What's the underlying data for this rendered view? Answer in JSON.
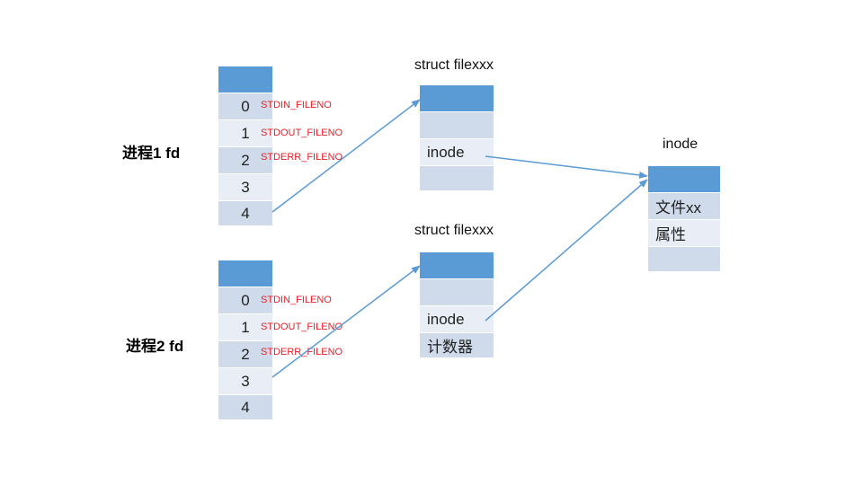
{
  "colors": {
    "header": "#5b9bd5",
    "row_dark": "#cfdaea",
    "row_light": "#e9eef6",
    "label_red": "#e8202a",
    "arrow": "#5b9bd5"
  },
  "process1": {
    "label": "进程1 fd",
    "rows": [
      "0",
      "1",
      "2",
      "3",
      "4"
    ],
    "fd_labels": [
      "STDIN_FILENO",
      "STDOUT_FILENO",
      "STDERR_FILENO"
    ]
  },
  "process2": {
    "label": "进程2 fd",
    "rows": [
      "0",
      "1",
      "2",
      "3",
      "4"
    ],
    "fd_labels": [
      "STDIN_FILENO",
      "STDOUT_FILENO",
      "STDERR_FILENO"
    ]
  },
  "file1": {
    "title": "struct filexxx",
    "rows": [
      "",
      "inode",
      ""
    ]
  },
  "file2": {
    "title": "struct filexxx",
    "rows": [
      "",
      "inode",
      "计数器"
    ]
  },
  "inode": {
    "title": "inode",
    "rows": [
      "文件xx",
      "属性",
      ""
    ]
  },
  "edges": [
    {
      "from": "process1 fd 4",
      "to": "file1 header"
    },
    {
      "from": "process2 fd 3",
      "to": "file2 header"
    },
    {
      "from": "file1 inode",
      "to": "inode header"
    },
    {
      "from": "file2 inode",
      "to": "inode header"
    }
  ]
}
